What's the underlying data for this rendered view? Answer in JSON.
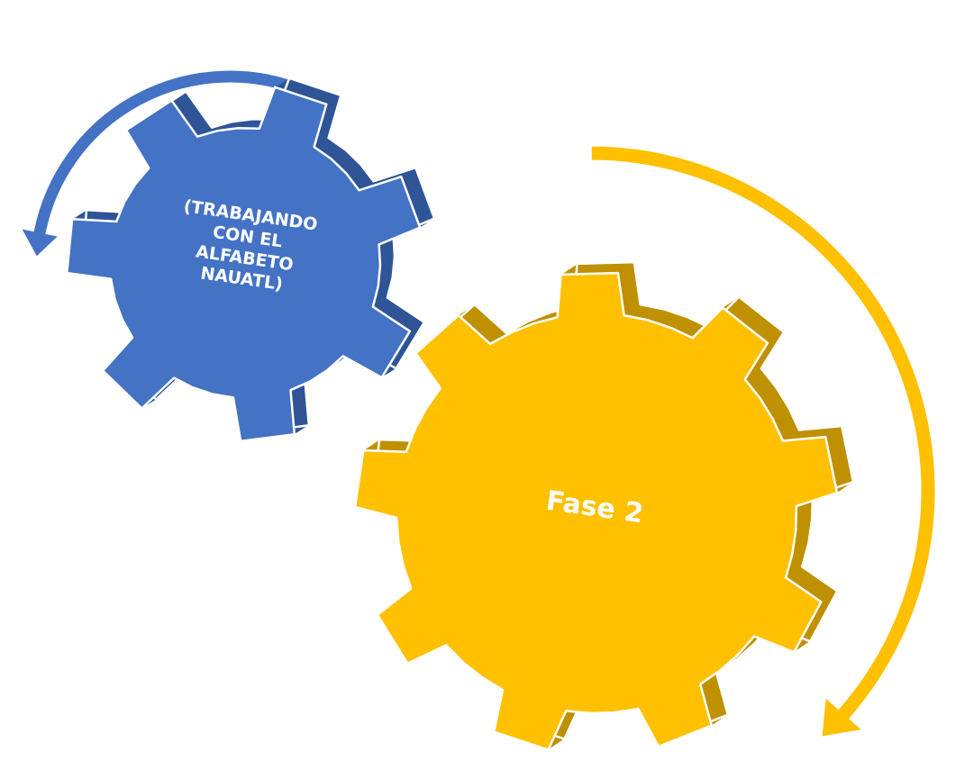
{
  "diagram": {
    "small_gear": {
      "label_lines": [
        "(TRABAJANDO",
        "CON EL",
        "ALFABETO",
        "NAUATL)"
      ],
      "color": "#4472C4",
      "shade": "#2F5597"
    },
    "large_gear": {
      "label": "Fase 2",
      "color": "#FFC000",
      "shade": "#BF9000"
    },
    "arrows": [
      {
        "name": "counterclockwise-arrow",
        "color": "#4472C4"
      },
      {
        "name": "clockwise-arrow",
        "color": "#FFC000"
      }
    ]
  }
}
